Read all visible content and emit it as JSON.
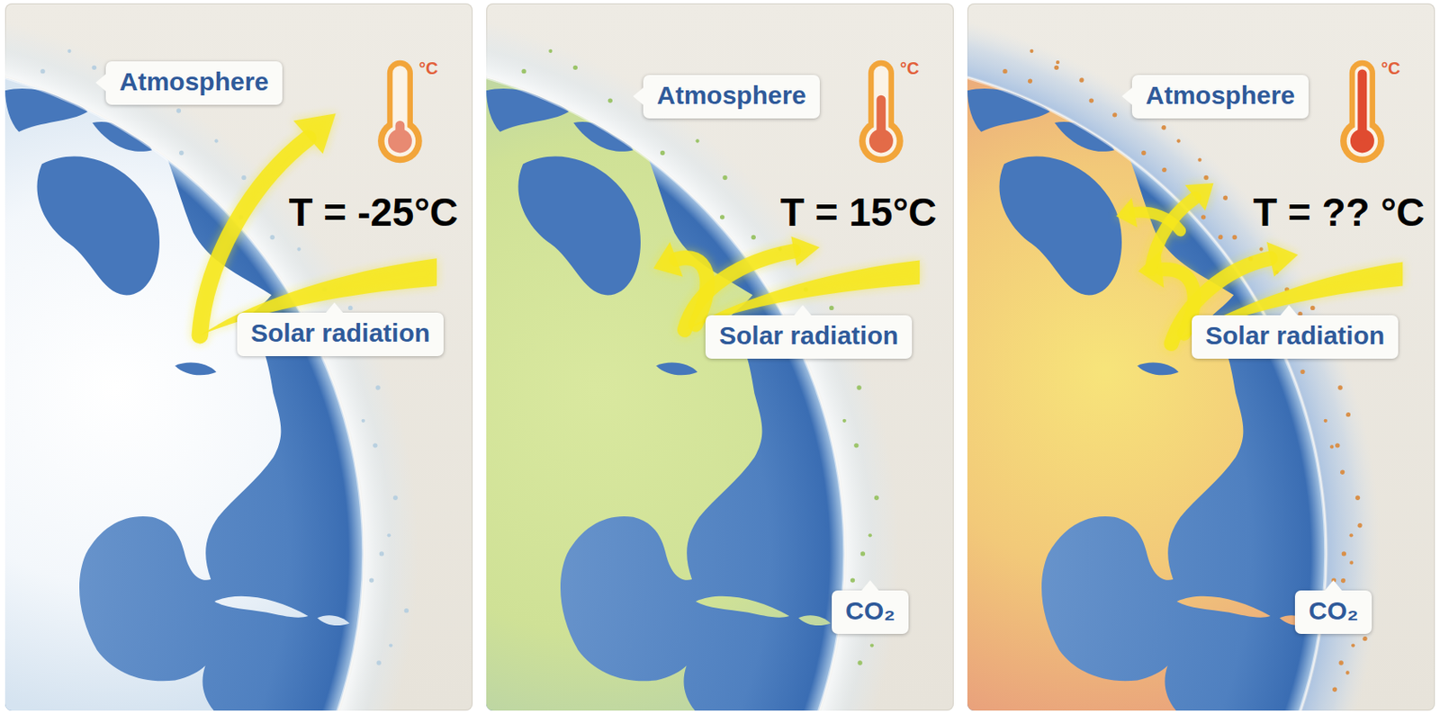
{
  "diagram": {
    "nodes": [
      {
        "text": [
          "Atmosphere"
        ]
      },
      {
        "text": [
          "Solar radiation"
        ]
      },
      {
        "text": [
          "Atmosphere"
        ]
      },
      {
        "text": [
          "Solar radiation"
        ]
      },
      {
        "text": [
          "CO₂"
        ]
      },
      {
        "text": [
          "Atmosphere"
        ]
      },
      {
        "text": [
          "Solar radiation"
        ]
      },
      {
        "text": [
          "CO₂"
        ]
      }
    ],
    "labels": [
      "°C",
      "T = -25°C",
      "°C",
      "T = 15°C",
      "°C",
      "T = ?? °C"
    ]
  }
}
